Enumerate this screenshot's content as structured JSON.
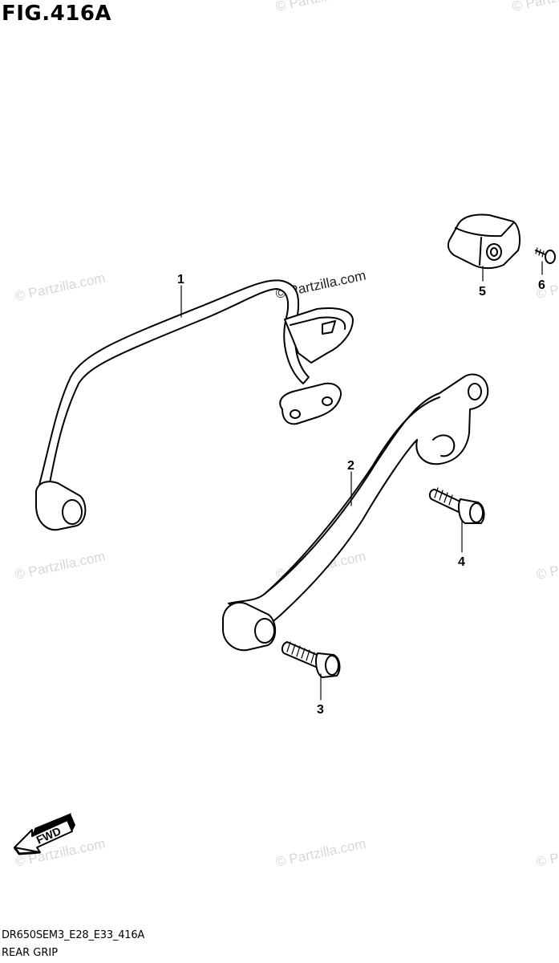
{
  "figure": {
    "title": "FIG.416A",
    "model_code": "DR650SEM3_E28_E33_416A",
    "caption": "REAR GRIP"
  },
  "callouts": [
    "1",
    "2",
    "3",
    "4",
    "5",
    "6"
  ],
  "watermark": {
    "text": "© Partzilla.com",
    "color": "#d7d7d7"
  },
  "fwd_arrow": {
    "label": "FWD"
  },
  "colors": {
    "line": "#000000",
    "background": "#ffffff"
  }
}
